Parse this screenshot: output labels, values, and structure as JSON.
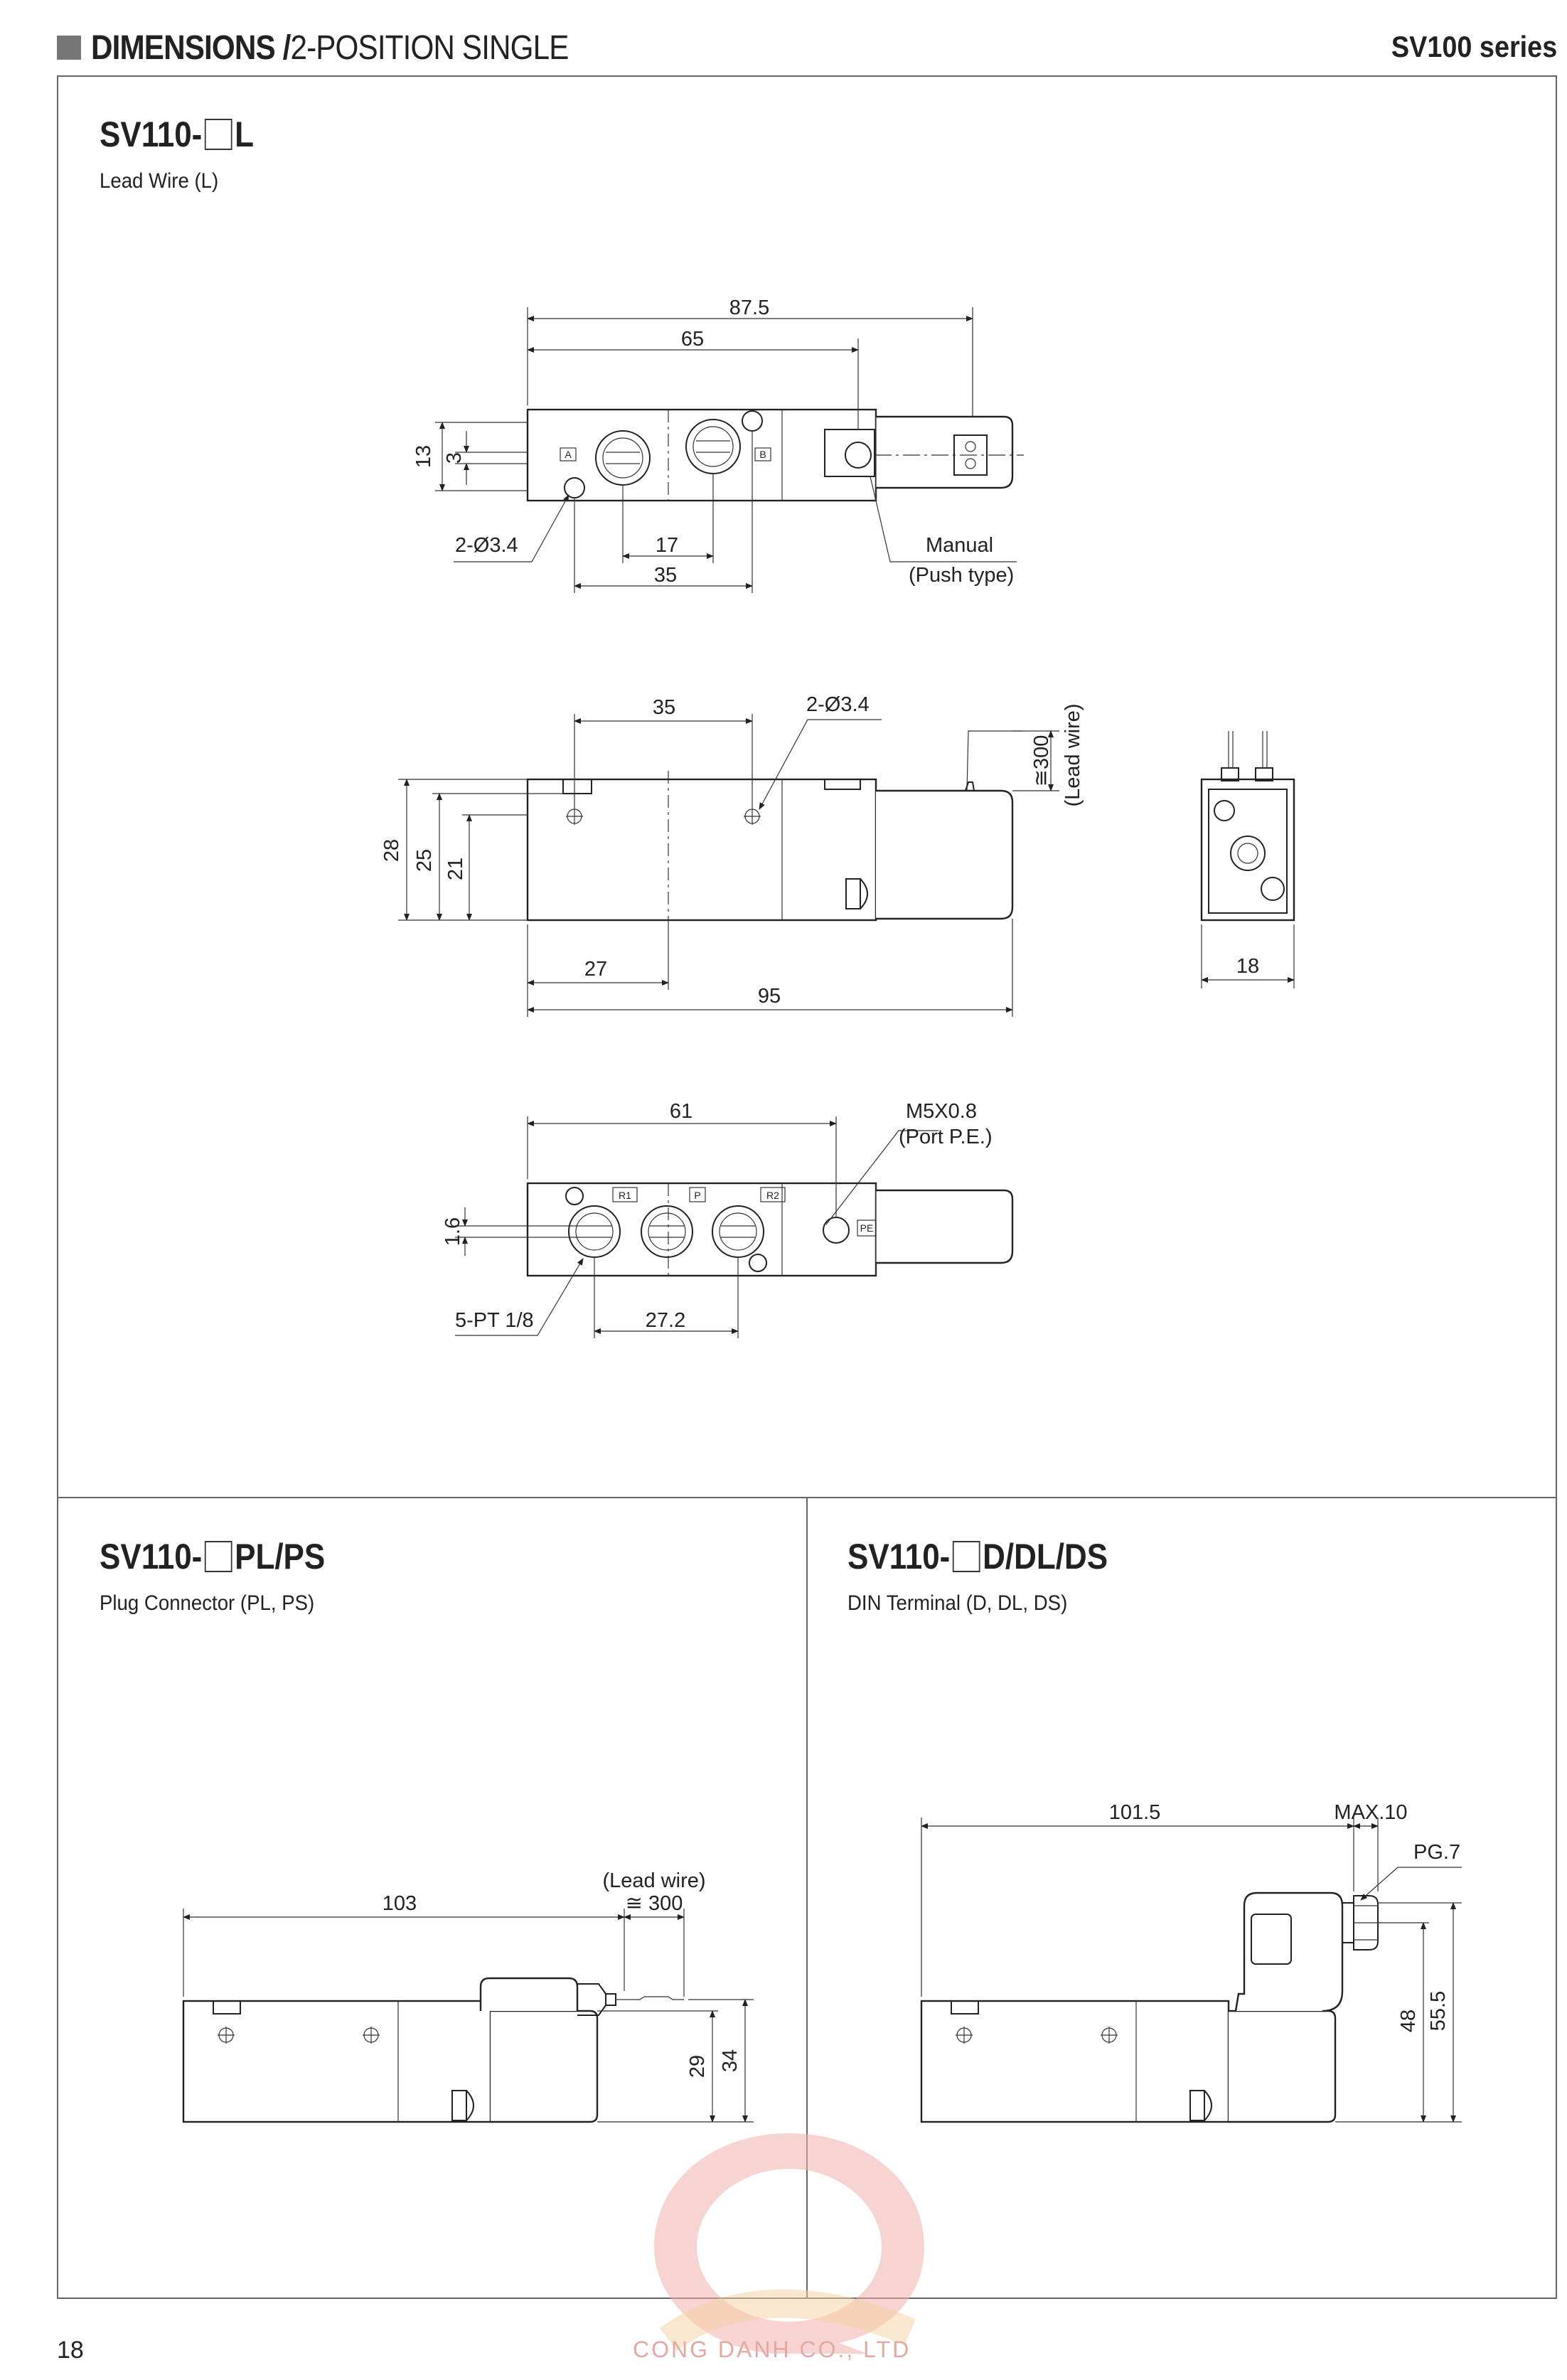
{
  "header": {
    "title_bold": "DIMENSIONS /",
    "title_light": "2-POSITION SINGLE",
    "series": "SV100 series"
  },
  "sections": {
    "lead_wire": {
      "model_prefix": "SV110-",
      "model_suffix": "L",
      "subtitle": "Lead Wire (L)"
    },
    "plug_connector": {
      "model_prefix": "SV110-",
      "model_suffix": "PL/PS",
      "subtitle": "Plug Connector (PL, PS)"
    },
    "din_terminal": {
      "model_prefix": "SV110-",
      "model_suffix": "D/DL/DS",
      "subtitle": "DIN Terminal (D, DL, DS)"
    }
  },
  "top_view": {
    "d87_5": "87.5",
    "d65": "65",
    "d13": "13",
    "d3": "3",
    "d17": "17",
    "d35": "35",
    "holes": "2-Ø3.4",
    "manual": "Manual",
    "push_type": "(Push type)",
    "port_a": "A",
    "port_b": "B"
  },
  "side_view": {
    "d35": "35",
    "holes": "2-Ø3.4",
    "d300": "≅300",
    "lead_wire": "(Lead wire)",
    "d28": "28",
    "d25": "25",
    "d21": "21",
    "d27": "27",
    "d95": "95",
    "d18": "18"
  },
  "bottom_view": {
    "d61": "61",
    "m5": "M5X0.8",
    "port_pe": "(Port P.E.)",
    "d1_6": "1.6",
    "pt": "5-PT 1/8",
    "d27_2": "27.2",
    "r1": "R1",
    "p": "P",
    "r2": "R2",
    "pe": "PE"
  },
  "plug_view": {
    "d103": "103",
    "lead_wire": "(Lead wire)",
    "d300": "≅ 300",
    "d29": "29",
    "d34": "34"
  },
  "din_view": {
    "d101_5": "101.5",
    "max10": "MAX.10",
    "pg7": "PG.7",
    "d48": "48",
    "d55_5": "55.5"
  },
  "footer": {
    "page": "18",
    "watermark": "CONG DANH CO., LTD"
  }
}
